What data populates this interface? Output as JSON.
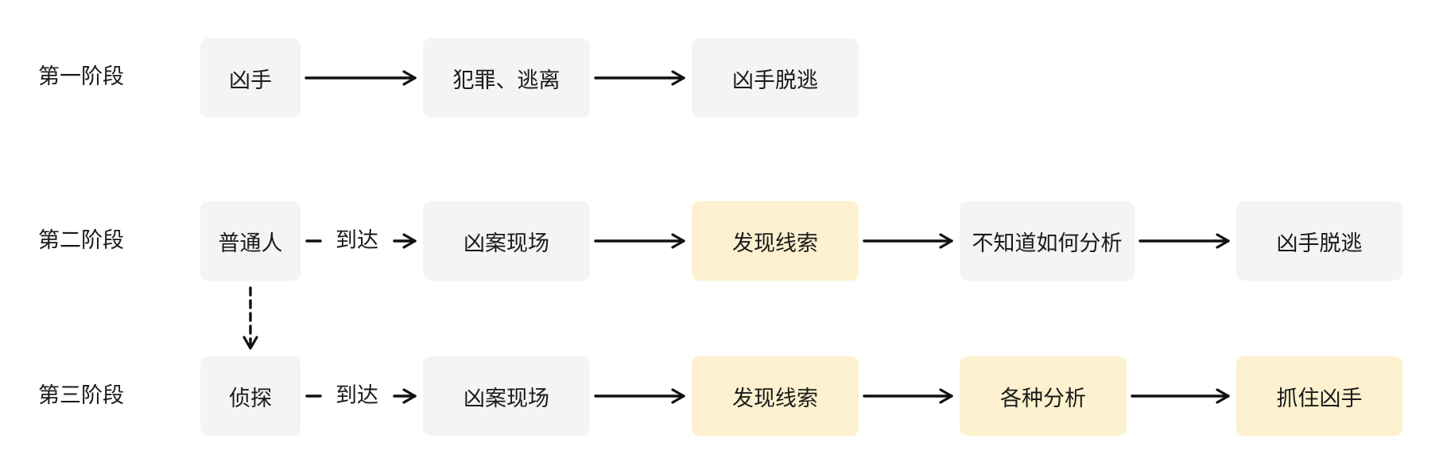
{
  "stages": [
    {
      "label": "第一阶段",
      "nodes": [
        {
          "text": "凶手",
          "highlight": false
        },
        {
          "text": "犯罪、逃离",
          "highlight": false
        },
        {
          "text": "凶手脱逃",
          "highlight": false
        }
      ]
    },
    {
      "label": "第二阶段",
      "edge_label": "到达",
      "nodes": [
        {
          "text": "普通人",
          "highlight": false
        },
        {
          "text": "凶案现场",
          "highlight": false
        },
        {
          "text": "发现线索",
          "highlight": true
        },
        {
          "text": "不知道如何分析",
          "highlight": false
        },
        {
          "text": "凶手脱逃",
          "highlight": false
        }
      ]
    },
    {
      "label": "第三阶段",
      "edge_label": "到达",
      "nodes": [
        {
          "text": "侦探",
          "highlight": false
        },
        {
          "text": "凶案现场",
          "highlight": false
        },
        {
          "text": "发现线索",
          "highlight": true
        },
        {
          "text": "各种分析",
          "highlight": true
        },
        {
          "text": "抓住凶手",
          "highlight": true
        }
      ]
    }
  ],
  "colors": {
    "box_default": "#f4f4f4",
    "box_highlight": "#fdf1cf",
    "arrow": "#111111",
    "text": "#1a1a1a"
  }
}
